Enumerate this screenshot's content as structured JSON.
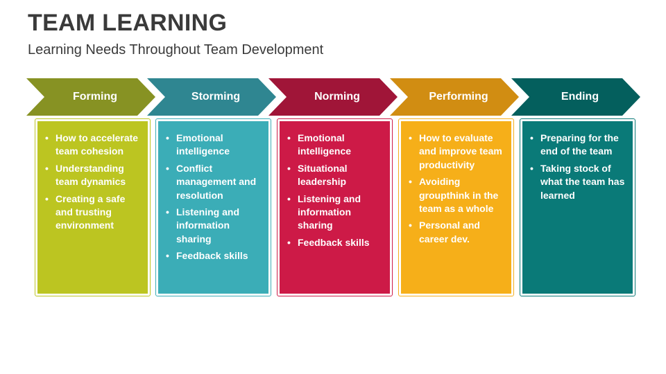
{
  "title": "TEAM LEARNING",
  "subtitle": "Learning Needs Throughout Team Development",
  "stages": [
    {
      "label": "Forming",
      "chevron_color": "#879223",
      "card_color": "#bcc521",
      "items": [
        "How to accelerate team cohesion",
        "Understanding team dynamics",
        "Creating a safe and trusting environment"
      ]
    },
    {
      "label": "Storming",
      "chevron_color": "#2f8691",
      "card_color": "#3badb7",
      "items": [
        "Emotional intelligence",
        "Conflict management and resolution",
        "Listening and information sharing",
        "Feedback skills"
      ]
    },
    {
      "label": "Norming",
      "chevron_color": "#a01538",
      "card_color": "#cd1a47",
      "items": [
        "Emotional intelligence",
        "Situational leadership",
        "Listening and information sharing",
        "Feedback skills"
      ]
    },
    {
      "label": "Performing",
      "chevron_color": "#d18d12",
      "card_color": "#f6af19",
      "items": [
        "How to evaluate and improve team productivity",
        "Avoiding groupthink in the team as a whole",
        "Personal and career dev."
      ]
    },
    {
      "label": "Ending",
      "chevron_color": "#045f5d",
      "card_color": "#0a7a78",
      "items": [
        "Preparing for the end of the team",
        "Taking stock of what the team has learned"
      ]
    }
  ]
}
